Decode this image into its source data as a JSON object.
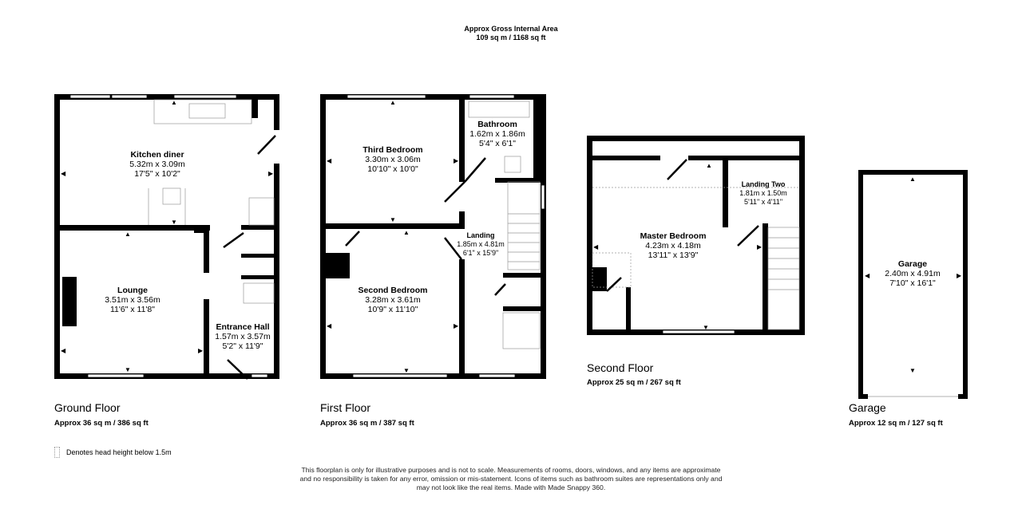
{
  "header": {
    "title": "Approx Gross Internal Area",
    "area": "109 sq m / 1168 sq ft"
  },
  "floors": [
    {
      "name": "Ground Floor",
      "area": "Approx 36 sq m / 386 sq ft"
    },
    {
      "name": "First Floor",
      "area": "Approx 36 sq m / 387 sq ft"
    },
    {
      "name": "Second Floor",
      "area": "Approx 25 sq m / 267 sq ft"
    },
    {
      "name": "Garage",
      "area": "Approx 12 sq m / 127 sq ft"
    }
  ],
  "rooms": {
    "kitchen": {
      "name": "Kitchen diner",
      "metric": "5.32m x 3.09m",
      "imperial": "17'5\" x 10'2\""
    },
    "lounge": {
      "name": "Lounge",
      "metric": "3.51m x 3.56m",
      "imperial": "11'6\" x 11'8\""
    },
    "hall": {
      "name": "Entrance Hall",
      "metric": "1.57m x 3.57m",
      "imperial": "5'2\" x 11'9\""
    },
    "third": {
      "name": "Third Bedroom",
      "metric": "3.30m x 3.06m",
      "imperial": "10'10\" x 10'0\""
    },
    "bathroom": {
      "name": "Bathroom",
      "metric": "1.62m x 1.86m",
      "imperial": "5'4\" x 6'1\""
    },
    "landing": {
      "name": "Landing",
      "metric": "1.85m x 4.81m",
      "imperial": "6'1\" x 15'9\""
    },
    "second": {
      "name": "Second Bedroom",
      "metric": "3.28m x 3.61m",
      "imperial": "10'9\" x 11'10\""
    },
    "master": {
      "name": "Master Bedroom",
      "metric": "4.23m x 4.18m",
      "imperial": "13'11\" x 13'9\""
    },
    "landing2": {
      "name": "Landing Two",
      "metric": "1.81m x 1.50m",
      "imperial": "5'11\" x 4'11\""
    },
    "garage": {
      "name": "Garage",
      "metric": "2.40m x 4.91m",
      "imperial": "7'10\" x 16'1\""
    }
  },
  "legend": {
    "text": "Denotes head height below 1.5m"
  },
  "disclaimer": {
    "line1": "This floorplan is only for illustrative purposes and is not to scale. Measurements of rooms, doors, windows, and any items are approximate",
    "line2": "and no responsibility is taken for any error, omission or mis-statement. Icons of items such as bathroom suites are representations only and",
    "line3": "may not look like the real items. Made with Made Snappy 360."
  }
}
